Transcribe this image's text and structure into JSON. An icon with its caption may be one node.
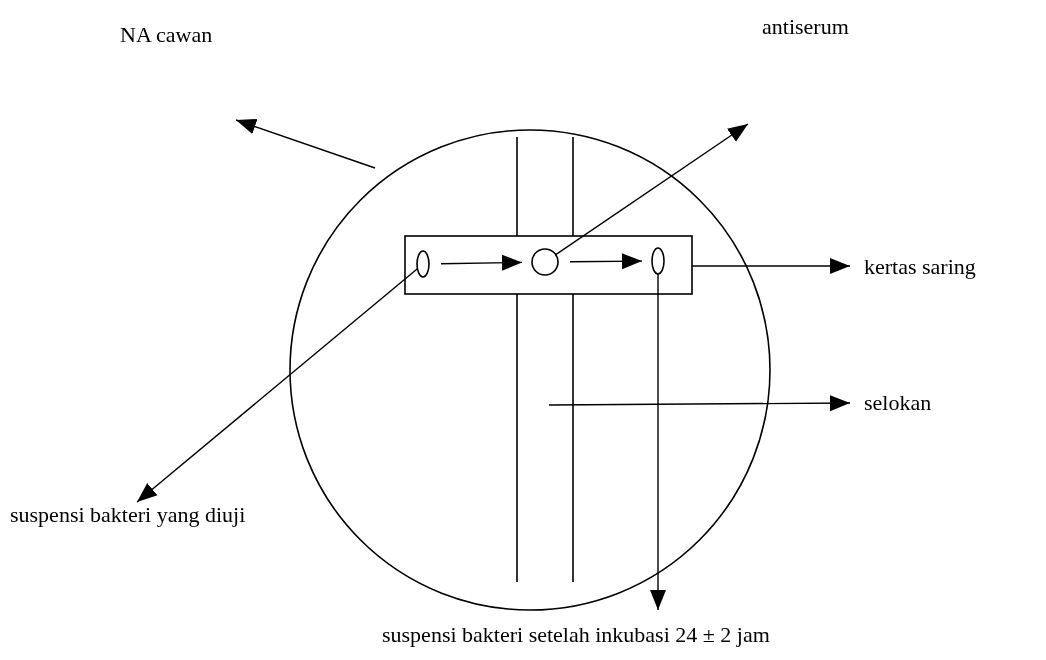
{
  "diagram": {
    "nodes": [
      {
        "text": [
          "NA cawan"
        ]
      },
      {
        "text": [
          "antiserum"
        ]
      },
      {
        "text": [
          "kertas saring"
        ]
      },
      {
        "text": [
          "selokan"
        ]
      },
      {
        "text": [
          "suspensi bakteri yang diuji"
        ]
      },
      {
        "text": [
          "suspensi bakteri setelah inkubasi 24 ± 2 jam"
        ]
      },
      {
        "text": [],
        "shape": "circle"
      },
      {
        "text": [],
        "shape": "bar",
        "in": 6
      },
      {
        "text": [],
        "shape": "box",
        "in": 6
      },
      {
        "text": [],
        "shape": "circle",
        "in": 8
      },
      {
        "text": [],
        "shape": "circle"
      },
      {
        "text": [],
        "shape": "circle",
        "in": 8
      }
    ],
    "edges": [
      {
        "from": 6,
        "to": 0,
        "arrow": "to"
      },
      {
        "from": 10,
        "to": 1,
        "arrow": "to"
      },
      {
        "from": 8,
        "to": 2,
        "arrow": "to"
      },
      {
        "from": 9,
        "to": 10,
        "arrow": "to"
      },
      {
        "from": 10,
        "to": 11,
        "arrow": "to"
      },
      {
        "from": 7,
        "to": 3,
        "arrow": "to"
      },
      {
        "from": 9,
        "to": 4,
        "arrow": "to"
      },
      {
        "from": 11,
        "to": 5,
        "arrow": "to"
      }
    ]
  }
}
